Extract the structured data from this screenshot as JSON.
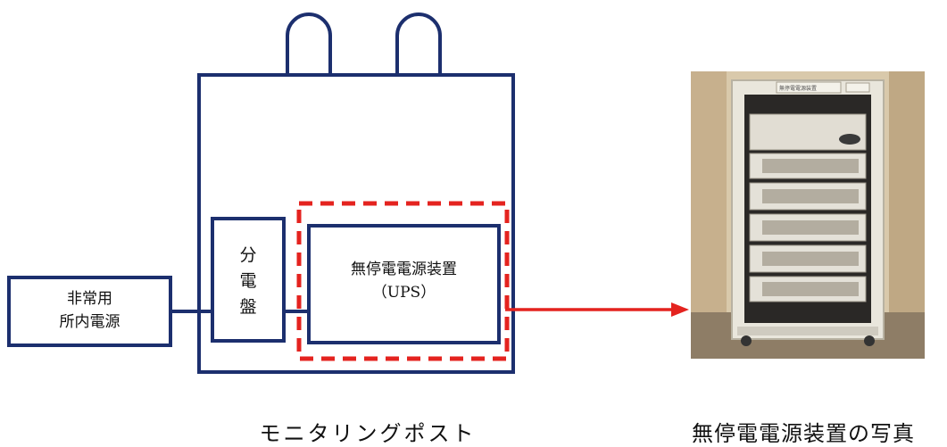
{
  "source": {
    "line1": "非常用",
    "line2": "所内電源"
  },
  "panel": {
    "chars": [
      "分",
      "電",
      "盤"
    ]
  },
  "ups": {
    "line1": "無停電電源装置",
    "line2": "（UPS）"
  },
  "photo_plate": {
    "label": "無停電電源装置"
  },
  "captions": {
    "left": "モニタリングポスト",
    "right": "無停電電源装置の写真"
  },
  "colors": {
    "navy": "#1c2f6e",
    "red": "#e4231f"
  }
}
